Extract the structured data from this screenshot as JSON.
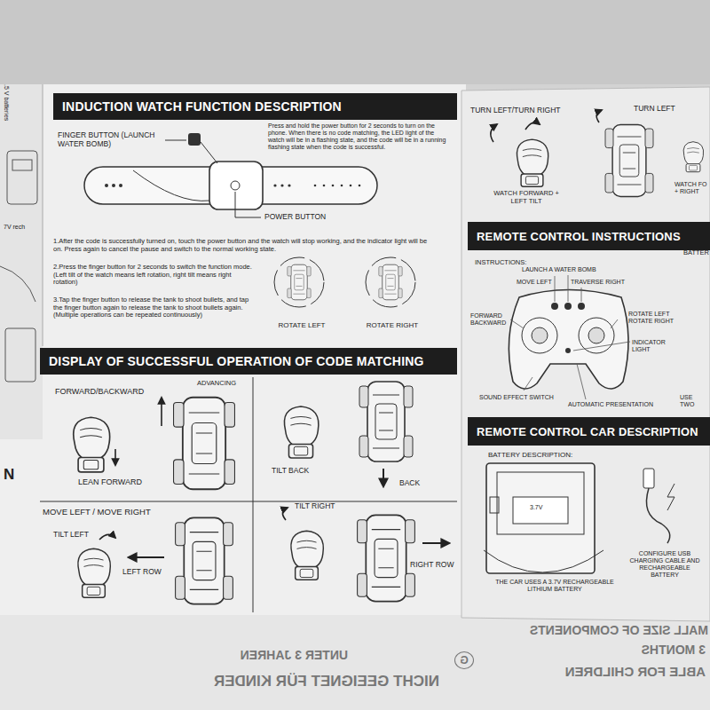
{
  "diagram": {
    "nodes": [
      {
        "text": [
          "INDUCTION WATCH FUNCTION DESCRIPTION"
        ]
      },
      {
        "text": [
          "DISPLAY OF SUCCESSFUL OPERATION OF CODE MATCHING"
        ]
      },
      {
        "text": [
          "REMOTE CONTROL INSTRUCTIONS"
        ]
      },
      {
        "text": [
          "REMOTE CONTROL CAR DESCRIPTION"
        ]
      }
    ],
    "labels": [
      "FINGER BUTTON (LAUNCH WATER BOMB)",
      "Press and hold the power button for 2 seconds to turn on the phone. When there is no code matching, the LED light of the watch will be in a flashing state, and the code will be in a running flashing state when the code is successful.",
      "POWER BUTTON",
      "1.After the code is successfully turned on, touch the power button and the watch will stop working, and the indicator light will be on. Press again to cancel the pause and switch to the normal working state.",
      "2.Press the finger button for 2 seconds to switch the function mode. (Left tilt of the watch means left rotation, right tilt means right rotation)",
      "3.Tap the finger button to release the tank to shoot bullets, and tap the finger button again to release the tank to shoot bullets again. (Multiple operations can be repeated continuously)",
      "ROTATE LEFT",
      "ROTATE RIGHT",
      "FORWARD/BACKWARD",
      "ADVANCING",
      "LEAN FORWARD",
      "TILT BACK",
      "BACK",
      "MOVE LEFT / MOVE RIGHT",
      "TILT LEFT",
      "LEFT ROW",
      "TILT RIGHT",
      "RIGHT ROW",
      "TURN LEFT/TURN RIGHT",
      "TURN LEFT",
      "WATCH FORWARD + LEFT TILT",
      "WATCH FO + RIGHT",
      "INSTRUCTIONS:",
      "LAUNCH A WATER BOMB",
      "MOVE LEFT",
      "TRAVERSE RIGHT",
      "FORWARD BACKWARD",
      "ROTATE LEFT ROTATE RIGHT",
      "INDICATOR LIGHT",
      "SOUND EFFECT SWITCH",
      "AUTOMATIC PRESENTATION",
      "BATTER",
      "USE TWO",
      "BATTERY DESCRIPTION:",
      "3.7V",
      "THE CAR USES A 3.7V RECHARGEABLE LITHIUM BATTERY",
      "CONFIGURE USB CHARGING CABLE AND RECHARGEABLE BATTERY",
      "N",
      ".5 V batteries",
      "7V rech",
      "NICHT GEEIGNET FÜR KINDER",
      "UNTER 3 JAHREN",
      "G",
      "ABLE FOR CHILDREN",
      "3 MONTHS",
      "MALL SIZE OF COMPONENTS"
    ]
  }
}
